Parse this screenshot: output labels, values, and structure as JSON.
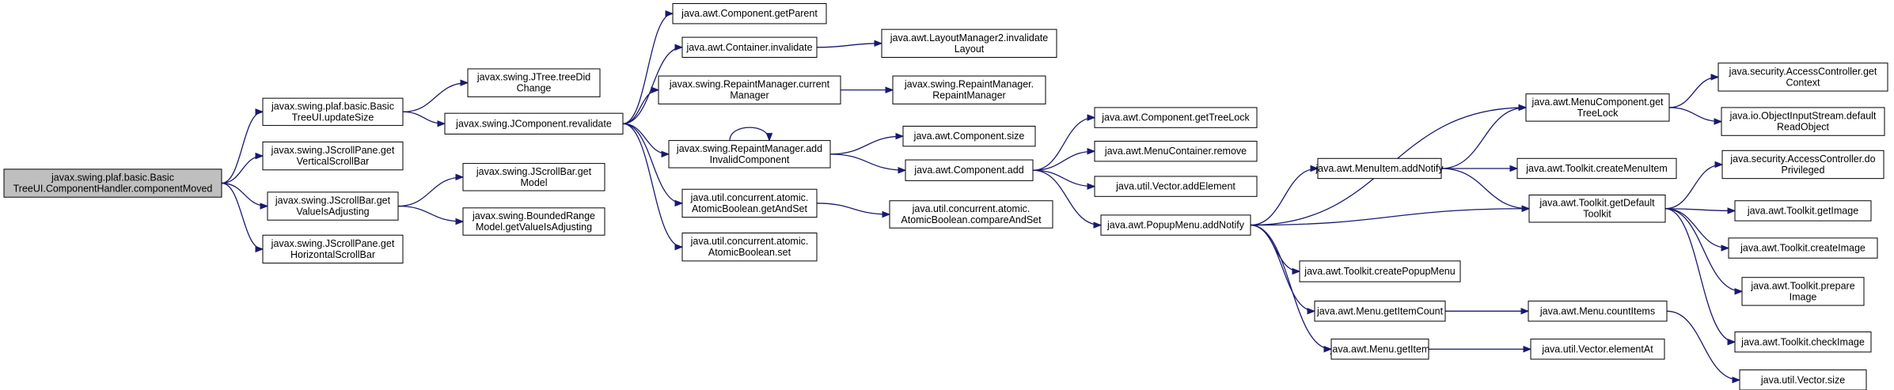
{
  "colors": {
    "edge": "#191970",
    "node_fill": "#ffffff",
    "root_fill": "#bfbfbf",
    "border": "#000000"
  },
  "nodes": [
    {
      "id": "root",
      "lines": [
        "javax.swing.plaf.basic.Basic",
        "TreeUI.ComponentHandler.componentMoved"
      ],
      "root": true
    },
    {
      "id": "updateSize",
      "lines": [
        "javax.swing.plaf.basic.Basic",
        "TreeUI.updateSize"
      ]
    },
    {
      "id": "getVSB",
      "lines": [
        "javax.swing.JScrollPane.get",
        "VerticalScrollBar"
      ]
    },
    {
      "id": "sbGetValueIsAdj",
      "lines": [
        "javax.swing.JScrollBar.get",
        "ValueIsAdjusting"
      ]
    },
    {
      "id": "getHSB",
      "lines": [
        "javax.swing.JScrollPane.get",
        "HorizontalScrollBar"
      ]
    },
    {
      "id": "treeDidChange",
      "lines": [
        "javax.swing.JTree.treeDid",
        "Change"
      ]
    },
    {
      "id": "revalidate",
      "lines": [
        "javax.swing.JComponent.revalidate"
      ]
    },
    {
      "id": "sbGetModel",
      "lines": [
        "javax.swing.JScrollBar.get",
        "Model"
      ]
    },
    {
      "id": "brmGetValueIsAdj",
      "lines": [
        "javax.swing.BoundedRange",
        "Model.getValueIsAdjusting"
      ]
    },
    {
      "id": "getParent",
      "lines": [
        "java.awt.Component.getParent"
      ]
    },
    {
      "id": "contInvalidate",
      "lines": [
        "java.awt.Container.invalidate"
      ]
    },
    {
      "id": "rmCurrent",
      "lines": [
        "javax.swing.RepaintManager.current",
        "Manager"
      ]
    },
    {
      "id": "rmAddInvalid",
      "lines": [
        "javax.swing.RepaintManager.add",
        "InvalidComponent"
      ]
    },
    {
      "id": "abGetAndSet",
      "lines": [
        "java.util.concurrent.atomic.",
        "AtomicBoolean.getAndSet"
      ]
    },
    {
      "id": "abSet",
      "lines": [
        "java.util.concurrent.atomic.",
        "AtomicBoolean.set"
      ]
    },
    {
      "id": "lm2Invalidate",
      "lines": [
        "java.awt.LayoutManager2.invalidate",
        "Layout"
      ]
    },
    {
      "id": "rmRepaintManager",
      "lines": [
        "javax.swing.RepaintManager.",
        "RepaintManager"
      ]
    },
    {
      "id": "compSize",
      "lines": [
        "java.awt.Component.size"
      ]
    },
    {
      "id": "compAdd",
      "lines": [
        "java.awt.Component.add"
      ]
    },
    {
      "id": "abCompareAndSet",
      "lines": [
        "java.util.concurrent.atomic.",
        "AtomicBoolean.compareAndSet"
      ]
    },
    {
      "id": "getTreeLock",
      "lines": [
        "java.awt.Component.getTreeLock"
      ]
    },
    {
      "id": "mcRemove",
      "lines": [
        "java.awt.MenuContainer.remove"
      ]
    },
    {
      "id": "vecAddElement",
      "lines": [
        "java.util.Vector.addElement"
      ]
    },
    {
      "id": "pmAddNotify",
      "lines": [
        "java.awt.PopupMenu.addNotify"
      ]
    },
    {
      "id": "miAddNotify",
      "lines": [
        "java.awt.MenuItem.addNotify"
      ]
    },
    {
      "id": "tkCreatePopupMenu",
      "lines": [
        "java.awt.Toolkit.createPopupMenu"
      ]
    },
    {
      "id": "menuGetItemCount",
      "lines": [
        "java.awt.Menu.getItemCount"
      ]
    },
    {
      "id": "menuGetItem",
      "lines": [
        "java.awt.Menu.getItem"
      ]
    },
    {
      "id": "mcGetTreeLock",
      "lines": [
        "java.awt.MenuComponent.get",
        "TreeLock"
      ]
    },
    {
      "id": "tkCreateMenuItem",
      "lines": [
        "java.awt.Toolkit.createMenuItem"
      ]
    },
    {
      "id": "tkGetDefault",
      "lines": [
        "java.awt.Toolkit.getDefault",
        "Toolkit"
      ]
    },
    {
      "id": "menuCountItems",
      "lines": [
        "java.awt.Menu.countItems"
      ]
    },
    {
      "id": "vecElementAt",
      "lines": [
        "java.util.Vector.elementAt"
      ]
    },
    {
      "id": "acGetContext",
      "lines": [
        "java.security.AccessController.get",
        "Context"
      ]
    },
    {
      "id": "oisDefaultRead",
      "lines": [
        "java.io.ObjectInputStream.default",
        "ReadObject"
      ]
    },
    {
      "id": "acDoPrivileged",
      "lines": [
        "java.security.AccessController.do",
        "Privileged"
      ]
    },
    {
      "id": "tkGetImage",
      "lines": [
        "java.awt.Toolkit.getImage"
      ]
    },
    {
      "id": "tkCreateImage",
      "lines": [
        "java.awt.Toolkit.createImage"
      ]
    },
    {
      "id": "tkPrepareImage",
      "lines": [
        "java.awt.Toolkit.prepare",
        "Image"
      ]
    },
    {
      "id": "tkCheckImage",
      "lines": [
        "java.awt.Toolkit.checkImage"
      ]
    },
    {
      "id": "vecSize",
      "lines": [
        "java.util.Vector.size"
      ]
    }
  ],
  "edges": [
    [
      "root",
      "updateSize"
    ],
    [
      "root",
      "getVSB"
    ],
    [
      "root",
      "sbGetValueIsAdj"
    ],
    [
      "root",
      "getHSB"
    ],
    [
      "updateSize",
      "treeDidChange"
    ],
    [
      "updateSize",
      "revalidate"
    ],
    [
      "sbGetValueIsAdj",
      "sbGetModel"
    ],
    [
      "sbGetValueIsAdj",
      "brmGetValueIsAdj"
    ],
    [
      "revalidate",
      "getParent"
    ],
    [
      "revalidate",
      "contInvalidate"
    ],
    [
      "revalidate",
      "rmCurrent"
    ],
    [
      "revalidate",
      "rmAddInvalid"
    ],
    [
      "revalidate",
      "abGetAndSet"
    ],
    [
      "revalidate",
      "abSet"
    ],
    [
      "contInvalidate",
      "lm2Invalidate"
    ],
    [
      "rmCurrent",
      "rmRepaintManager"
    ],
    [
      "rmAddInvalid",
      "rmAddInvalid"
    ],
    [
      "rmAddInvalid",
      "compSize"
    ],
    [
      "rmAddInvalid",
      "compAdd"
    ],
    [
      "abGetAndSet",
      "abCompareAndSet"
    ],
    [
      "compAdd",
      "getTreeLock"
    ],
    [
      "compAdd",
      "mcRemove"
    ],
    [
      "compAdd",
      "vecAddElement"
    ],
    [
      "compAdd",
      "pmAddNotify"
    ],
    [
      "pmAddNotify",
      "mcGetTreeLock"
    ],
    [
      "pmAddNotify",
      "miAddNotify"
    ],
    [
      "pmAddNotify",
      "tkGetDefault"
    ],
    [
      "pmAddNotify",
      "tkCreatePopupMenu"
    ],
    [
      "pmAddNotify",
      "menuGetItemCount"
    ],
    [
      "pmAddNotify",
      "menuGetItem"
    ],
    [
      "miAddNotify",
      "mcGetTreeLock"
    ],
    [
      "miAddNotify",
      "tkCreateMenuItem"
    ],
    [
      "miAddNotify",
      "tkGetDefault"
    ],
    [
      "menuGetItemCount",
      "menuCountItems"
    ],
    [
      "menuGetItem",
      "vecElementAt"
    ],
    [
      "mcGetTreeLock",
      "acGetContext"
    ],
    [
      "mcGetTreeLock",
      "oisDefaultRead"
    ],
    [
      "tkGetDefault",
      "acDoPrivileged"
    ],
    [
      "tkGetDefault",
      "tkGetImage"
    ],
    [
      "tkGetDefault",
      "tkCreateImage"
    ],
    [
      "tkGetDefault",
      "tkPrepareImage"
    ],
    [
      "tkGetDefault",
      "tkCheckImage"
    ],
    [
      "menuCountItems",
      "vecSize"
    ]
  ]
}
